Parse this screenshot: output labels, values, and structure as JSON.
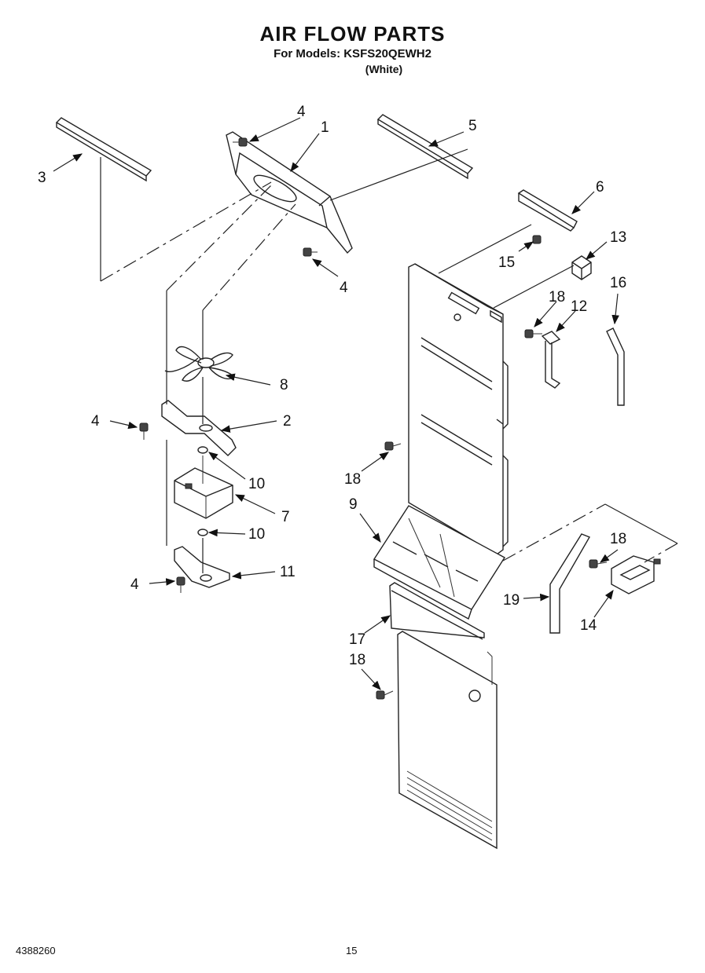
{
  "header": {
    "title": "AIR FLOW PARTS",
    "models": "For Models: KSFS20QEWH2",
    "color": "(White)"
  },
  "footer": {
    "doc_number": "4388260",
    "page_number": "15"
  },
  "callouts": {
    "c1": "1",
    "c2": "2",
    "c3": "3",
    "c4a": "4",
    "c4b": "4",
    "c4c": "4",
    "c4d": "4",
    "c5": "5",
    "c6": "6",
    "c7": "7",
    "c8": "8",
    "c9": "9",
    "c10a": "10",
    "c10b": "10",
    "c11": "11",
    "c12": "12",
    "c13": "13",
    "c14": "14",
    "c15": "15",
    "c16": "16",
    "c17": "17",
    "c18a": "18",
    "c18b": "18",
    "c18c": "18",
    "c18d": "18",
    "c19": "19"
  }
}
